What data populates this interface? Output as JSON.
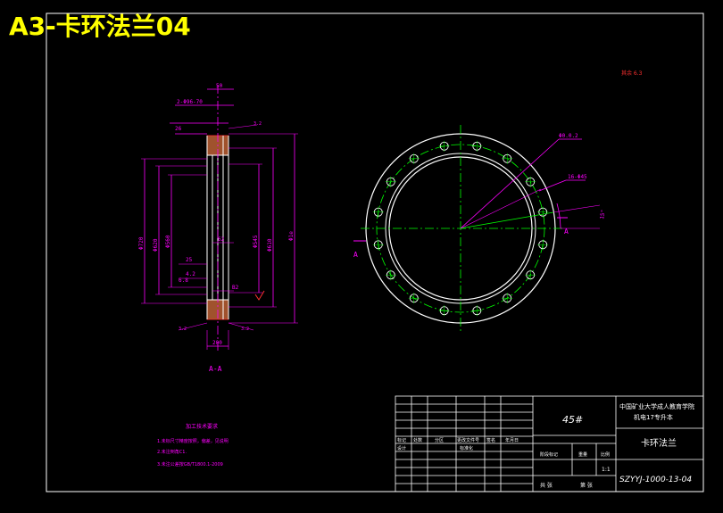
{
  "banner": {
    "title": "A3-卡环法兰04"
  },
  "colors": {
    "background": "#000000",
    "frame": "#ffffff",
    "dimension": "#ff00ff",
    "center_line": "#00ff00",
    "geometry": "#ffffff",
    "section_fill": "#a0522d",
    "title_text": "#ffff00"
  },
  "section_view": {
    "label": "A-A",
    "dims": {
      "top_width": "50",
      "holes_note": "2-Φ96-70",
      "d_top": "26",
      "dia_outer": "Φ720",
      "dia_2": "Φ620",
      "dia_3": "Φ560",
      "dia_4": "Φ545",
      "dia_5": "Φ610",
      "dia_6": "Φ1e",
      "dim_62": "62",
      "dim_25": "25",
      "dim_4x2": "4.2",
      "dim_6": "6.8",
      "dim_b2": "B2",
      "dim_bottom": "200",
      "roughness_1": "3.2",
      "roughness_2": "3.2",
      "roughness_3": "3.2"
    }
  },
  "front_view": {
    "bolt_circle_label": "Φ0.0.2",
    "hole_label": "16-Φ45",
    "angle_label": "15°",
    "section_mark_right": "A",
    "section_mark_left": "A",
    "hole_count": 16
  },
  "roughness_note": "其余 6.3",
  "tech_requirements": {
    "heading": "加工技术要求",
    "items": [
      "1.未标尺寸精度按照，偏差，见说明",
      "2.未注倒角C1.",
      "3.未注公差按GB/T1800.1-2009"
    ]
  },
  "title_block": {
    "material": "45#",
    "institution_line1": "中国矿业大学成人教育学院",
    "institution_line2": "机电17专升本",
    "part_name": "卡环法兰",
    "drawing_number": "SZYYJ-1000-13-04",
    "row_labels": [
      "标记",
      "处数",
      "分区",
      "更改文件号",
      "签名",
      "年月日"
    ],
    "designer_label": "设计",
    "standardize_label": "标准化",
    "stage_label": "阶段标记",
    "weight_label": "重量",
    "scale_label": "比例",
    "scale_value": "1:1",
    "sheet_total": "共 张",
    "sheet_no": "第 张"
  }
}
